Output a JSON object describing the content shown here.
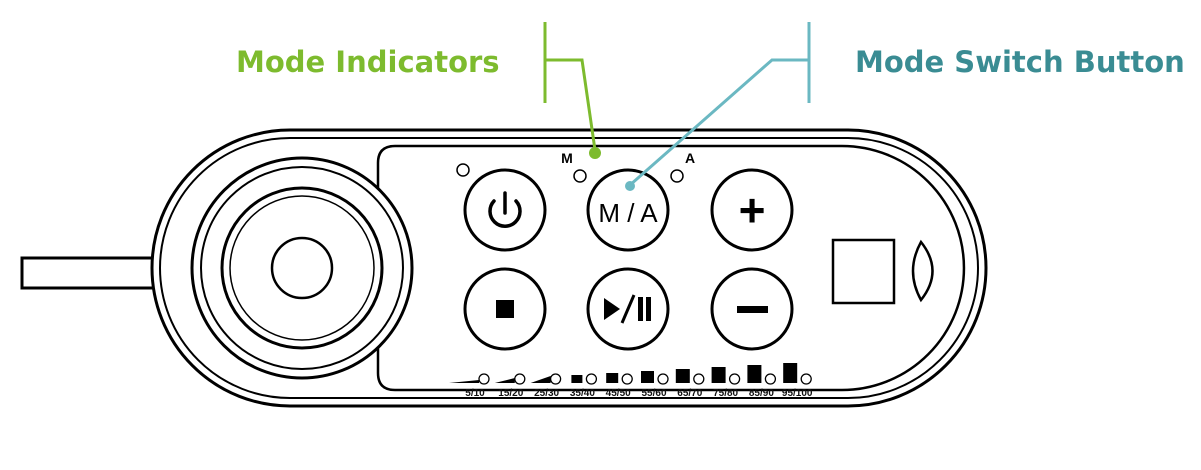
{
  "callouts": {
    "mode_indicators": {
      "label": "Mode Indicators",
      "color": "#7dbb2e"
    },
    "mode_switch_button": {
      "label": "Mode Switch Button",
      "color": "#3a8c93",
      "line_color": "#6bb8c2"
    }
  },
  "indicators": {
    "manual": "M",
    "auto": "A"
  },
  "buttons": {
    "power": {
      "icon": "power-icon"
    },
    "mode": {
      "label": "M / A"
    },
    "plus": {
      "label": "+"
    },
    "stop": {
      "icon": "stop-icon"
    },
    "play_pause": {
      "icon": "play-pause-icon"
    },
    "minus": {
      "label": "−"
    }
  },
  "levels": [
    "5/10",
    "15/20",
    "25/30",
    "35/40",
    "45/50",
    "55/60",
    "65/70",
    "75/80",
    "85/90",
    "95/100"
  ]
}
